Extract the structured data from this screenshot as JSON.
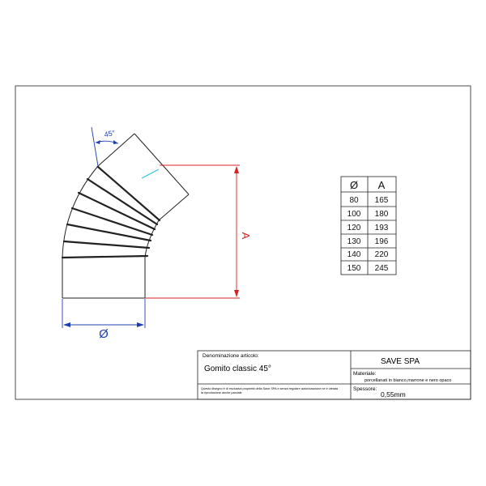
{
  "drawing": {
    "angle_dim": "45°",
    "height_dim": "A",
    "diameter_dim": "Ø"
  },
  "dimension_table": {
    "headers": [
      "Ø",
      "A"
    ],
    "rows": [
      [
        "80",
        "165"
      ],
      [
        "100",
        "180"
      ],
      [
        "120",
        "193"
      ],
      [
        "130",
        "196"
      ],
      [
        "140",
        "220"
      ],
      [
        "150",
        "245"
      ]
    ]
  },
  "title_block": {
    "denominazione_label": "Denominazione articolo:",
    "article_name": "Gomito classic 45°",
    "company": "SAVE SPA",
    "materiale_label": "Materiale:",
    "materiale_value": "porcellanati in bianco,marrone e nero opaco",
    "spessore_label": "Spessore:",
    "spessore_value": "0,55mm",
    "disclaimer_line1": "Questo disegno è di esclusiva proprietà della Save SPA e senza regolare autorizzazione ne è vietata",
    "disclaimer_line2": "la riproduzione anche parziale"
  },
  "colors": {
    "dimension_blue": "#1f3fb0",
    "dimension_red": "#d92020",
    "centerline_cyan": "#22c4e8",
    "line": "#222222"
  }
}
